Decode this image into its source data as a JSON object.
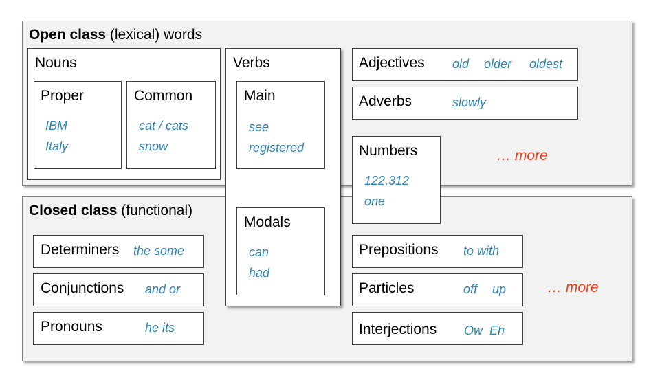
{
  "open_class": {
    "title_bold": "Open class",
    "title_rest": " (lexical) words",
    "nouns": {
      "label": "Nouns",
      "proper": {
        "label": "Proper",
        "examples": [
          "IBM",
          "Italy"
        ]
      },
      "common": {
        "label": "Common",
        "examples": [
          "cat / cats",
          "snow"
        ]
      }
    },
    "verbs": {
      "label": "Verbs",
      "main": {
        "label": "Main",
        "examples": [
          "see",
          "registered"
        ]
      },
      "modals": {
        "label": "Modals",
        "examples": [
          "can",
          "had"
        ]
      }
    },
    "adjectives": {
      "label": "Adjectives",
      "examples": [
        "old",
        "older",
        "oldest"
      ]
    },
    "adverbs": {
      "label": "Adverbs",
      "examples": [
        "slowly"
      ]
    },
    "numbers": {
      "label": "Numbers",
      "examples": [
        "122,312",
        "one"
      ]
    },
    "more": "… more"
  },
  "closed_class": {
    "title_bold": "Closed class",
    "title_rest": " (functional)",
    "determiners": {
      "label": "Determiners",
      "examples": "the some"
    },
    "conjunctions": {
      "label": "Conjunctions",
      "examples": "and or"
    },
    "pronouns": {
      "label": "Pronouns",
      "examples": "he its"
    },
    "prepositions": {
      "label": "Prepositions",
      "examples": "to with"
    },
    "particles": {
      "label": "Particles",
      "examples": [
        "off",
        "up"
      ]
    },
    "interjections": {
      "label": "Interjections",
      "examples": "Ow  Eh"
    },
    "more": "… more"
  },
  "colors": {
    "example_text": "#2e84b4",
    "more_text": "#e8421e",
    "panel_bg": "#f2f2f2"
  }
}
